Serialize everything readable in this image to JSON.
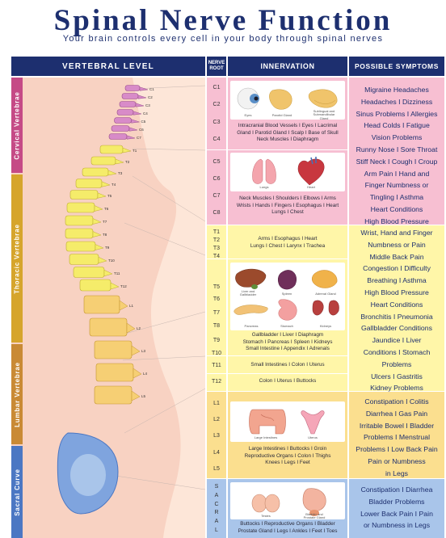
{
  "title": "Spinal Nerve Function",
  "subtitle": "Your brain controls every cell in your body through spinal nerves",
  "headers": {
    "level": "VERTEBRAL LEVEL",
    "root": "NERVE ROOT",
    "innervation": "INNERVATION",
    "symptoms": "POSSIBLE SYMPTOMS"
  },
  "regions": {
    "cervical": "Cervical Vertebrae",
    "thoracic": "Thoracic Vertebrae",
    "lumbar": "Lumbar Vertebrae",
    "sacral": "Sacral Curve"
  },
  "roots": {
    "c1": "C1",
    "c2": "C2",
    "c3": "C3",
    "c4": "C4",
    "c5": "C5",
    "c6": "C6",
    "c7": "C7",
    "c8": "C8",
    "t1": "T1",
    "t2": "T2",
    "t3": "T3",
    "t4": "T4",
    "t5": "T5",
    "t6": "T6",
    "t7": "T7",
    "t8": "T8",
    "t9": "T9",
    "t10": "T10",
    "t11": "T11",
    "t12": "T12",
    "l1": "L1",
    "l2": "L2",
    "l3": "L3",
    "l4": "L4",
    "l5": "L5",
    "sacral": [
      "S",
      "A",
      "C",
      "R",
      "A",
      "L"
    ]
  },
  "organ_labels": {
    "eyes": "Eyes",
    "parotid": "Parotid Gland",
    "sublingual": "Sublingual and Submandibular Gland",
    "lungs": "Lungs",
    "heart": "Heart",
    "liver": "Liver and Gallbladder",
    "spleen": "Spleen",
    "adrenal": "Adrenal Gland",
    "pancreas": "Pancreas",
    "stomach": "Stomach",
    "kidneys": "Kidneys",
    "intestines": "Large Intestines",
    "uterus": "Uterus",
    "testes": "Testes",
    "bladder": "Bladder and Prostate Gland"
  },
  "innervation": {
    "c1_c4": [
      "Intracranial Blood Vessels I Eyes I Lacrimal",
      "Gland I Parotid Gland I Scalp I Base of Skull",
      "Neck Muscles I Diaphragm"
    ],
    "c5_c8": [
      "Neck Muscles I Shoulders I Elbows I Arms",
      "Wrists I Hands I Fingers I Esophagus I Heart",
      "Lungs I Chest"
    ],
    "t1_t4": [
      "Arms I Esophagus I Heart",
      "Lungs I Chest I Larynx I Trachea"
    ],
    "t5_t10": [
      "Gallbladder I Liver I Diaphragm",
      "Stomach I Pancreas I Spleen I Kidneys",
      "Small Intestine I Appendix I Adrenals"
    ],
    "t11": "Small Intestines I Colon I Uterus",
    "t12": "Colon I Uterus I Buttocks",
    "lumbar": [
      "Large Intestines I Buttocks I Groin",
      "Reproductive Organs I Colon I Thighs",
      "Knees I Legs I Feet"
    ],
    "sacral": [
      "Buttocks I Reproductive Organs I Bladder",
      "Prostate Gland I Legs I Ankles I Feet I Toes"
    ]
  },
  "symptoms": {
    "cervical": [
      "Migraine Headaches",
      "Headaches I Dizziness",
      "Sinus Problems I Allergies",
      "Head Colds I Fatigue",
      "Vision Problems",
      "Runny Nose I Sore Throat",
      "Stiff Neck I Cough I Croup",
      "Arm Pain I Hand and",
      "Finger Numbness or",
      "Tingling I Asthma",
      "Heart Conditions",
      "High Blood Pressure"
    ],
    "thoracic": [
      "Wrist, Hand and Finger",
      "Numbness or Pain",
      "Middle Back Pain",
      "Congestion I Difficulty",
      "Breathing I Asthma",
      "High Blood Pressure",
      "Heart Conditions",
      "Bronchitis I Pneumonia",
      "Gallbladder Conditions",
      "Jaundice I Liver",
      "Conditions I Stomach",
      "Problems",
      "Ulcers I Gastritis",
      "Kidney Problems"
    ],
    "lumbar": [
      "Constipation I Colitis",
      "Diarrhea I Gas Pain",
      "Irritable Bowel I Bladder",
      "Problems I Menstrual",
      "Problems I Low Back Pain",
      "Pain or Numbness",
      "in Legs"
    ],
    "sacral": [
      "Constipation I Diarrhea",
      "Bladder Problems",
      "Lower Back Pain I Pain",
      "or Numbness in Legs"
    ]
  },
  "spine_labels": {
    "c1": "C1",
    "c2": "C2",
    "c3": "C3",
    "c4": "C4",
    "c5": "C5",
    "c6": "C6",
    "c7": "C7",
    "t1": "T1",
    "t2": "T2",
    "t3": "T3",
    "t4": "T4",
    "t5": "T5",
    "t6": "T6",
    "t7": "T7",
    "t8": "T8",
    "t9": "T9",
    "t10": "T10",
    "t11": "T11",
    "t12": "T12",
    "l1": "L1",
    "l2": "L2",
    "l3": "L3",
    "l4": "L4",
    "l5": "L5"
  },
  "colors": {
    "navy": "#1d2f6f",
    "cervical": "#f7bfd2",
    "thoracic": "#fff6a8",
    "lumbar": "#fbdf8f",
    "sacral": "#a9c5ea",
    "region_cervical": "#c54a86",
    "region_thoracic": "#d6a52c",
    "region_lumbar": "#c98a35",
    "region_sacral": "#4b77c3"
  }
}
